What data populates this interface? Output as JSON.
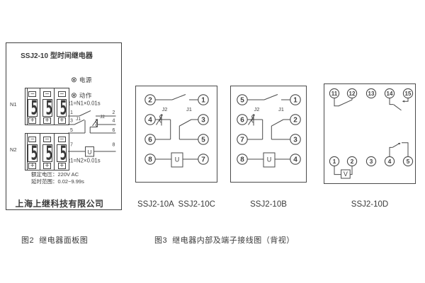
{
  "colors": {
    "line": "#4a4a4a",
    "ink": "#3a3a3a",
    "bg": "#ffffff"
  },
  "fig2": {
    "title": "SSJ2-10 型时间继电器",
    "n1": "N1",
    "n2": "N2",
    "digit": "5",
    "minus": "−",
    "plus": "+",
    "indicator_icon": "⊗",
    "power": "电源",
    "action": "动作",
    "t1_n1": "t1=N1×0.01s",
    "t1_n2": "t1=N2×0.01s",
    "row1_left": "1",
    "row1_right": "2",
    "row2_left": "3",
    "row2_right": "4",
    "row3_left": "5",
    "row3_right": "6",
    "row4_left": "7",
    "row4_right": "8",
    "j1": "J1",
    "j2": "J2",
    "u": "U",
    "rated": "额定电压：220V AC",
    "range": "延时范围：0.02~9.99s",
    "company": "上海上继科技有限公司",
    "caption": "图2  继电器面板图"
  },
  "fig3": {
    "caption": "图3  继电器内部及端子接线图（背视）",
    "boxA": {
      "caption": "SSJ2-10A  SSJ2-10C",
      "terminals": [
        "2",
        "1",
        "4",
        "3",
        "6",
        "5",
        "8",
        "7"
      ],
      "j1": "J1",
      "j2": "J2",
      "u": "U"
    },
    "boxB": {
      "caption": "SSJ2-10B",
      "terminals": [
        "5",
        "1",
        "6",
        "2",
        "7",
        "3",
        "8",
        "4"
      ],
      "j1": "J1",
      "j2": "J2",
      "u": "U"
    },
    "boxD": {
      "caption": "SSJ2-10D",
      "top": [
        "11",
        "12",
        "13",
        "14",
        "15"
      ],
      "bottom": [
        "1",
        "2",
        "3",
        "4",
        "5"
      ],
      "v": "V"
    }
  }
}
